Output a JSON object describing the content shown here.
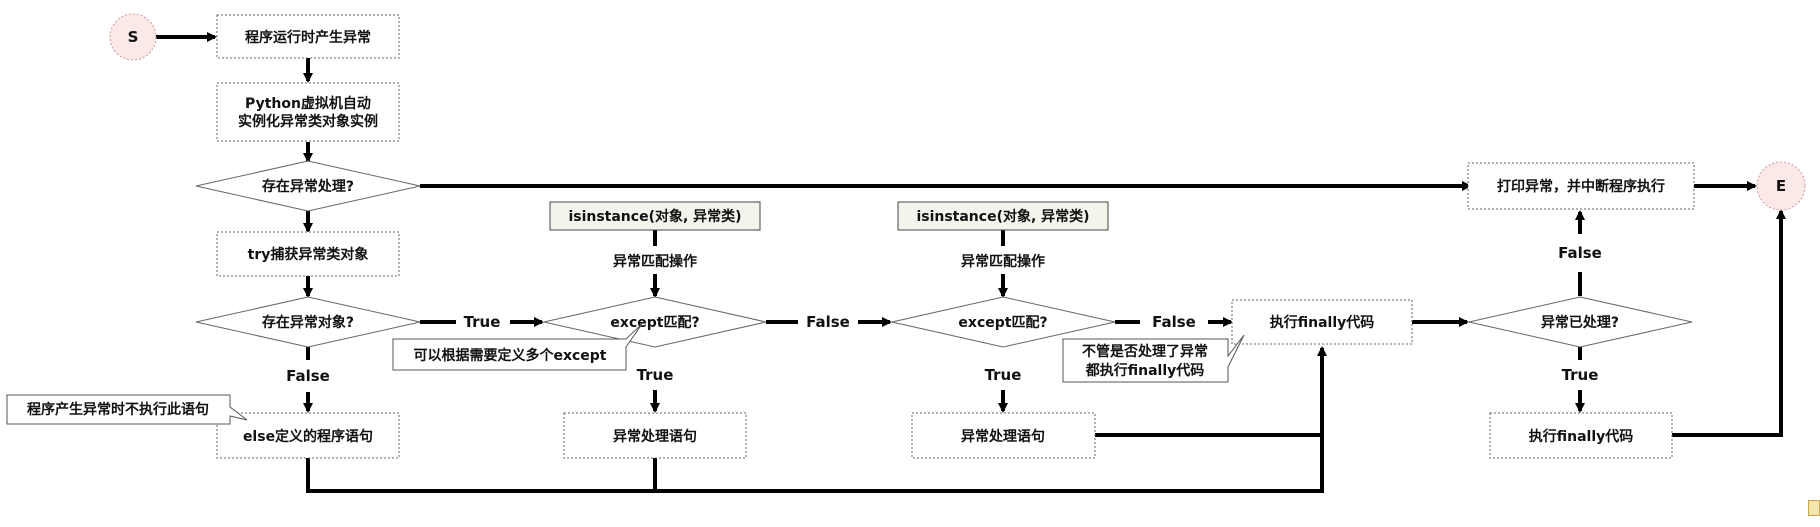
{
  "nodes": {
    "start": "S",
    "end": "E",
    "raise": "程序运行时产生异常",
    "vm_line1": "Python虚拟机自动",
    "vm_line2": "实例化异常类对象实例",
    "has_handler": "存在异常处理?",
    "print_abort": "打印异常，并中断程序执行",
    "try_catch": "try捕获异常类对象",
    "has_object": "存在异常对象?",
    "isinstance1": "isinstance(对象, 异常类)",
    "match_op1": "异常匹配操作",
    "except1": "except匹配?",
    "isinstance2": "isinstance(对象, 异常类)",
    "match_op2": "异常匹配操作",
    "except2": "except匹配?",
    "finally1": "执行finally代码",
    "handled": "异常已处理?",
    "else_block": "else定义的程序语句",
    "handler1": "异常处理语句",
    "handler2": "异常处理语句",
    "finally2": "执行finally代码"
  },
  "notes": {
    "multi_except": "可以根据需要定义多个except",
    "finally_always_1": "不管是否处理了异常",
    "finally_always_2": "都执行finally代码",
    "else_note": "程序产生异常时不执行此语句"
  },
  "edge_labels": {
    "obj_true": "True",
    "obj_false": "False",
    "e1_false": "False",
    "e1_true": "True",
    "e2_false": "False",
    "e2_true": "True",
    "handled_false": "False",
    "handled_true": "True"
  }
}
